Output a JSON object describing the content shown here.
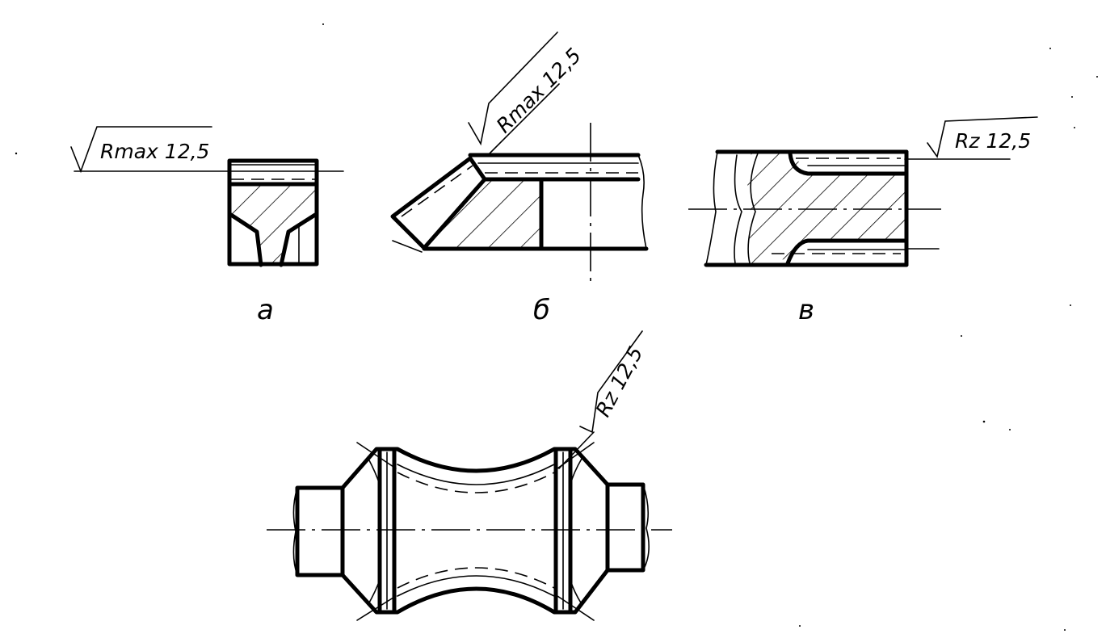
{
  "figures": [
    {
      "id": "a",
      "caption": "а",
      "roughness": "Rmax 12,5"
    },
    {
      "id": "b",
      "caption": "б",
      "roughness": "Rmax 12,5"
    },
    {
      "id": "v",
      "caption": "в",
      "roughness": "Rz 12,5"
    },
    {
      "id": "g",
      "caption": "",
      "roughness": "Rz 12,5"
    }
  ]
}
